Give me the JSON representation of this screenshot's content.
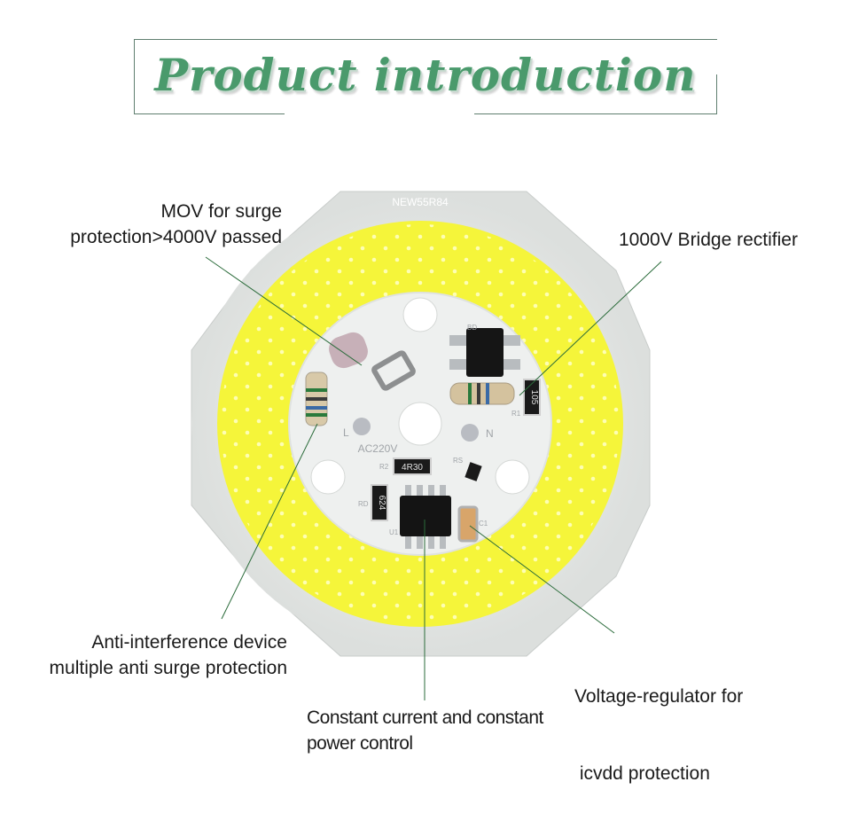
{
  "title": "Product introduction",
  "board": {
    "model_label": "NEW55R84",
    "voltage_label": "AC220V",
    "pin_l": "L",
    "pin_n": "N",
    "markings": {
      "bd": "BD",
      "r1": "R1",
      "r1_value": "105",
      "r2": "R2",
      "r2_value": "4R30",
      "rs": "RS",
      "rd": "RD",
      "rd_value": "624",
      "u1": "U1",
      "c1": "C1"
    }
  },
  "callouts": {
    "mov": [
      "MOV for surge",
      "protection>4000V passed"
    ],
    "bridge": [
      "1000V Bridge rectifier"
    ],
    "anti": [
      "Anti-interference device",
      "multiple anti surge protection"
    ],
    "voltage_reg": [
      "Voltage-regulator for",
      " icvdd protection"
    ],
    "constant": [
      "Constant current and constant",
      "power control"
    ]
  },
  "colors": {
    "title": "#4a9a6c",
    "led_ring": "#f5f53a",
    "board": "#e9ebea",
    "leader_line": "#2a6b3a"
  }
}
